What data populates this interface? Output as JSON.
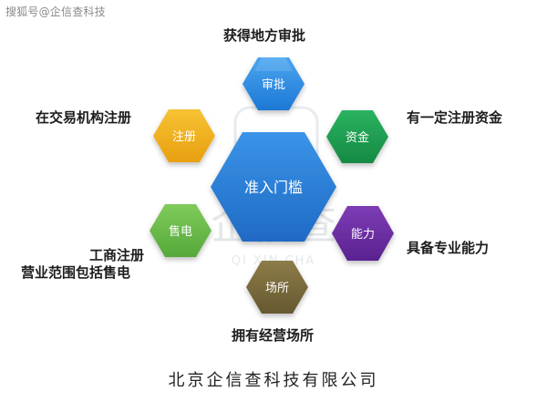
{
  "watermark": {
    "top_text": "搜狐号@企信查科技",
    "logo_text": "企信查",
    "logo_subtext": "QI XIN CHA"
  },
  "center": {
    "label": "准入门槛",
    "color": "#2d7fd6"
  },
  "hexagons": [
    {
      "id": "approval",
      "label": "审批",
      "outer_label": "获得地方审批",
      "color": "#2f8fe3"
    },
    {
      "id": "capital",
      "label": "资金",
      "outer_label": "有一定注册资金",
      "color": "#1e9e52"
    },
    {
      "id": "ability",
      "label": "能力",
      "outer_label": "具备专业能力",
      "color": "#6a2ca0"
    },
    {
      "id": "venue",
      "label": "场所",
      "outer_label": "拥有经营场所",
      "color": "#7b6b3a"
    },
    {
      "id": "electric",
      "label": "售电",
      "outer_label_line1": "工商注册",
      "outer_label_line2": "营业范围包括售电",
      "color": "#6abb4a"
    },
    {
      "id": "registration",
      "label": "注册",
      "outer_label": "在交易机构注册",
      "color": "#f0b21c"
    }
  ],
  "footer": {
    "company": "北京企信查科技有限公司"
  }
}
